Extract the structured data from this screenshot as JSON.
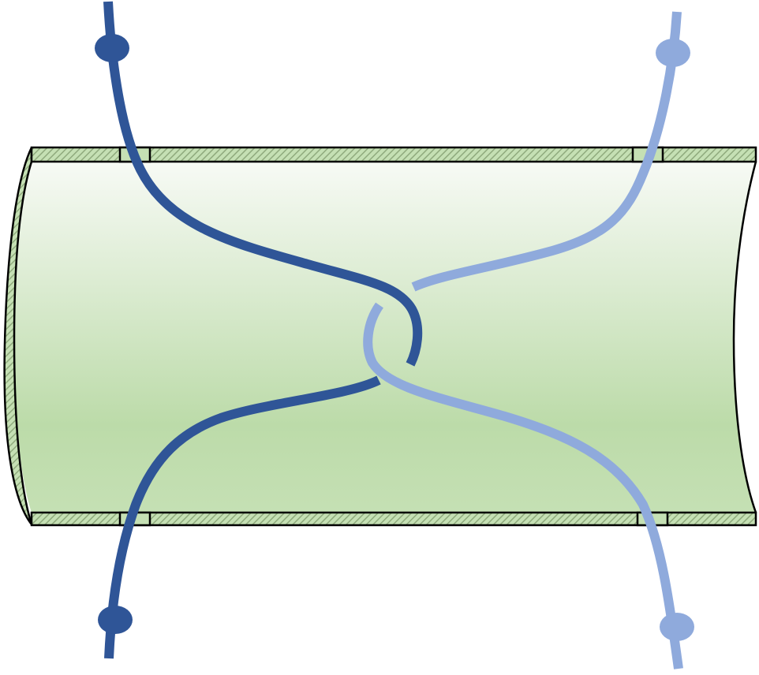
{
  "colors": {
    "background": "#ffffff",
    "tube_light": "#f7faf5",
    "tube_mid": "#bcdba9",
    "wall_fill": "#c5e0b4",
    "wall_hatch": "#8faa7d",
    "outline": "#000000",
    "strand_dark": "#2f5597",
    "strand_light": "#8faadc"
  },
  "icons": {
    "endpoint": "filled-circle-node",
    "tube": "cylinder-cross-section",
    "crossing": "twisted-strand-crossing"
  }
}
